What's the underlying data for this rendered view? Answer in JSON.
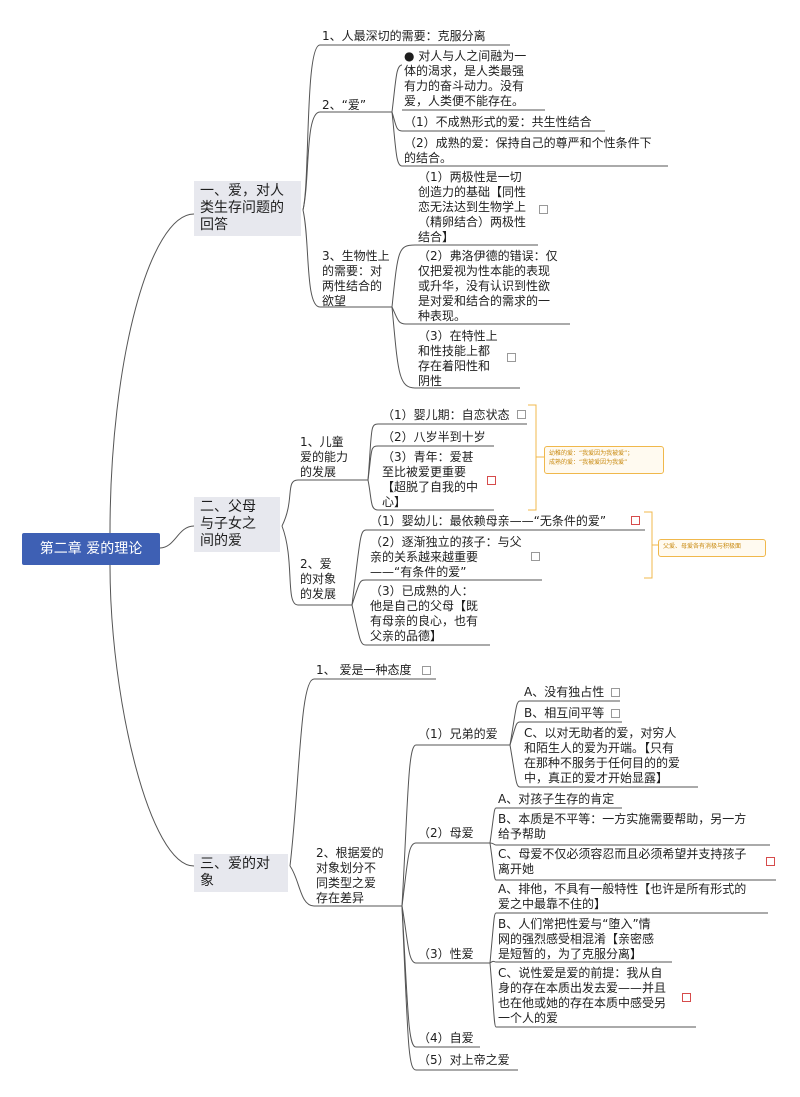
{
  "root": "第二章  爱的理论",
  "branches": [
    {
      "label": "一、爱，对人\n类生存问题的\n回答",
      "children": [
        {
          "label": "1、人最深切的需要：克服分离"
        },
        {
          "label": "2、“爱”",
          "children": [
            {
              "label": "● 对人与人之间融为一\n体的渴求，是人类最强\n有力的奋斗动力。没有\n爱，人类便不能存在。"
            },
            {
              "label": "（1）不成熟形式的爱：共生性结合"
            },
            {
              "label": "（2）成熟的爱：保持自己的尊严和个性条件下\n的结合。"
            }
          ]
        },
        {
          "label": "3、生物性上\n的需要：对\n两性结合的\n欲望",
          "children": [
            {
              "label": "（1）两极性是一切\n创造力的基础【同性\n恋无法达到生物学上\n（精卵结合）两极性\n结合】"
            },
            {
              "label": "（2）弗洛伊德的错误：仅\n仅把爱视为性本能的表现\n或升华，没有认识到性欲\n是对爱和结合的需求的一\n种表现。"
            },
            {
              "label": "（3）在特性上\n和性技能上都\n存在着阳性和\n阴性"
            }
          ]
        }
      ]
    },
    {
      "label": "二、父母\n与子女之\n间的爱",
      "children": [
        {
          "label": "1、儿童\n爱的能力\n的发展",
          "children": [
            {
              "label": "（1）婴儿期：自恋状态"
            },
            {
              "label": "（2）八岁半到十岁"
            },
            {
              "label": "（3）青年：爱甚\n至比被爱更重要\n【超脱了自我的中\n心】"
            }
          ]
        },
        {
          "label": "2、爱\n的对象\n的发展",
          "children": [
            {
              "label": "（1）婴幼儿：最依赖母亲——“无条件的爱”"
            },
            {
              "label": "（2）逐渐独立的孩子：与父\n亲的关系越来越重要\n——“有条件的爱”"
            },
            {
              "label": "（3）已成熟的人：\n他是自己的父母【既\n有母亲的良心，也有\n父亲的品德】"
            }
          ]
        }
      ],
      "notes": [
        "幼稚的爱：“我爱因为我被爱”；\n成熟的爱：“我被爱因为我爱”",
        "父爱、母爱各有消极与积极面"
      ]
    },
    {
      "label": "三、爱的对象",
      "children": [
        {
          "label": "1、 爱是一种态度"
        },
        {
          "label": "2、根据爱的\n对象划分不\n同类型之爱\n存在差异",
          "children": [
            {
              "label": "（1）兄弟的爱",
              "children": [
                {
                  "label": "A、没有独占性"
                },
                {
                  "label": "B、相互间平等"
                },
                {
                  "label": "C、以对无助者的爱，对穷人\n和陌生人的爱为开端。【只有\n在那种不服务于任何目的的爱\n中，真正的爱才开始显露】"
                }
              ]
            },
            {
              "label": "（2）母爱",
              "children": [
                {
                  "label": "A、对孩子生存的肯定"
                },
                {
                  "label": "B、本质是不平等：一方实施需要帮助，另一方\n给予帮助"
                },
                {
                  "label": "C、母爱不仅必须容忍而且必须希望并支持孩子\n离开她"
                }
              ]
            },
            {
              "label": "（3）性爱",
              "children": [
                {
                  "label": "A、排他，不具有一般特性【也许是所有形式的\n爱之中最靠不住的】"
                },
                {
                  "label": "B、人们常把性爱与“堕入”情\n网的强烈感受相混淆【亲密感\n是短暂的，为了克服分离】"
                },
                {
                  "label": "C、说性爱是爱的前提：我从自\n身的存在本质出发去爱——并且\n也在他或她的存在本质中感受另\n一个人的爱"
                }
              ]
            },
            {
              "label": "（4）自爱"
            },
            {
              "label": "（5）对上帝之爱"
            }
          ]
        }
      ]
    }
  ]
}
